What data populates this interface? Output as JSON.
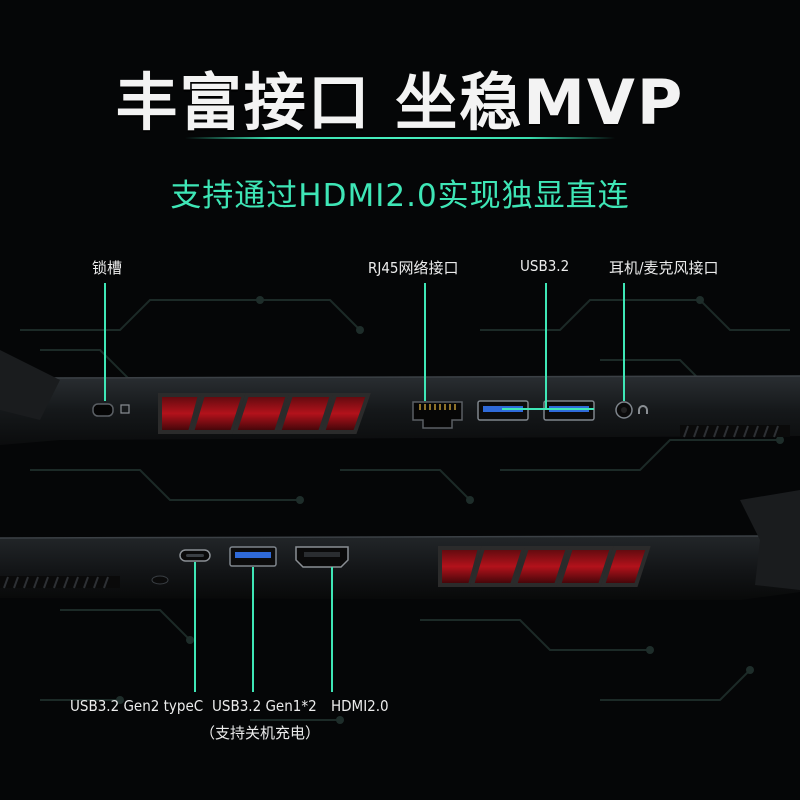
{
  "header": {
    "title": "丰富接口 坐稳MVP",
    "subtitle": "支持通过HDMI2.0实现独显直连"
  },
  "top_ports": [
    {
      "label": "锁槽"
    },
    {
      "label": "RJ45网络接口"
    },
    {
      "label": "USB3.2"
    },
    {
      "label": "耳机/麦克风接口"
    }
  ],
  "bottom_ports": [
    {
      "label": "USB3.2 Gen2 typeC"
    },
    {
      "label": "USB3.2 Gen1*2",
      "note": "（支持关机充电）"
    },
    {
      "label": "HDMI2.0"
    }
  ],
  "colors": {
    "accent": "#3ee6b6",
    "title": "#f3f3f3",
    "vent_red": "#b3121b",
    "body": "#1c1f22"
  }
}
